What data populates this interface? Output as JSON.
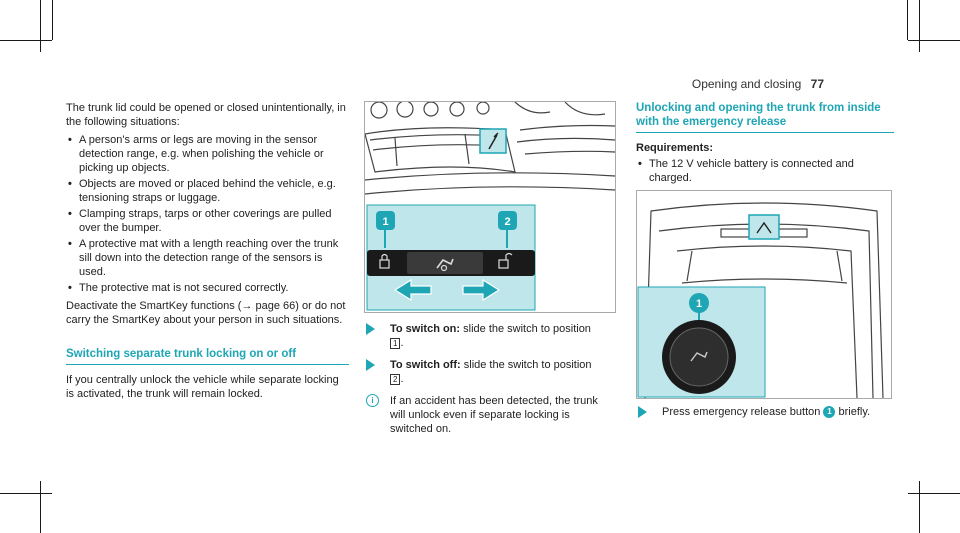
{
  "header": {
    "title": "Opening and closing",
    "page": "77"
  },
  "col1": {
    "intro": "The trunk lid could be opened or closed uninten­tionally, in the following situations:",
    "bullets": [
      "A person's arms or legs are moving in the sensor detection range, e.g. when polishing the vehicle or picking up objects.",
      "Objects are moved or placed behind the vehi­cle, e.g. tensioning straps or luggage.",
      "Clamping straps, tarps or other coverings are pulled over the bumper.",
      "A protective mat with a length reaching over the trunk sill down into the detection range of the sensors is used.",
      "The protective mat is not secured correctly."
    ],
    "deactivate": "Deactivate the SmartKey functions (→ page 66) or do not carry the SmartKey about your person in such situations.",
    "section_title": "Switching separate trunk locking on or off",
    "section_text": "If you centrally unlock the vehicle while separate locking is activated, the trunk will remain locked."
  },
  "col2": {
    "step1_bold": "To switch on:",
    "step1_text": " slide the switch to position",
    "step1_key": "1",
    "step2_bold": "To switch off:",
    "step2_text": " slide the switch to position",
    "step2_key": "2",
    "note": "If an accident has been detected, the trunk will unlock even if separate locking is switched on.",
    "fig_callouts": [
      "1",
      "2"
    ]
  },
  "col3": {
    "section_title": "Unlocking and opening the trunk from inside with the emergency release",
    "requirements_label": "Requirements:",
    "requirement": "The 12 V vehicle battery is connected and charged.",
    "fig_callout": "1",
    "step_text_before": "Press emergency release button",
    "step_badge": "1",
    "step_text_after": "briefly."
  },
  "colors": {
    "accent": "#1ea6b4",
    "panel": "#bfe6ea"
  }
}
